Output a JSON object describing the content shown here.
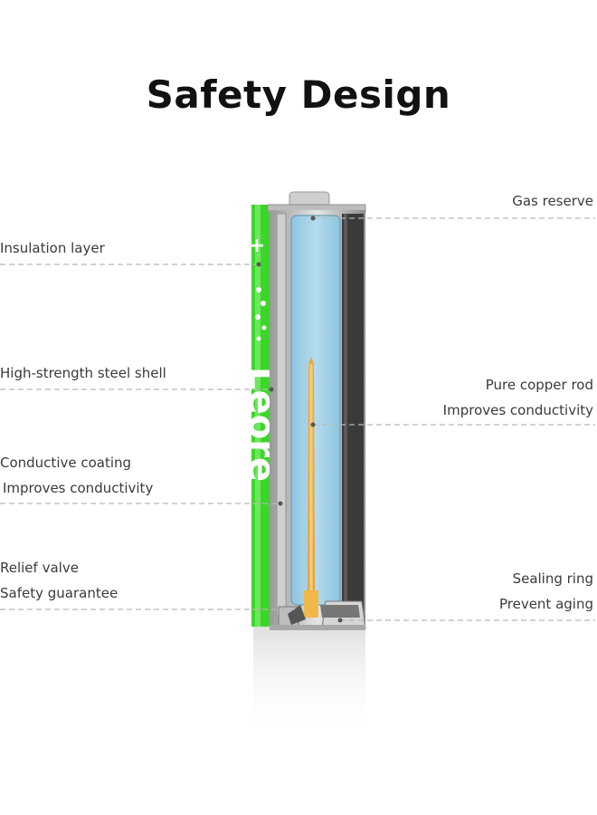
{
  "title": "Safety Design",
  "brand_text": "Leore",
  "labels": {
    "gas_reserve": "Gas reserve",
    "insulation_layer": "Insulation layer",
    "steel_shell": "High-strength steel shell",
    "copper_rod_1": "Pure copper rod",
    "copper_rod_2": "Improves conductivity",
    "coating_1": "Conductive coating",
    "coating_2": "Improves conductivity",
    "relief_1": "Relief valve",
    "relief_2": "Safety guarantee",
    "sealing_1": "Sealing ring",
    "sealing_2": "Prevent aging"
  },
  "colors": {
    "brand_green": "#3cd62a",
    "electrolyte_blue": "#a9d3e8",
    "copper": "#f0b84a",
    "leader_line": "#b8b8b8"
  }
}
